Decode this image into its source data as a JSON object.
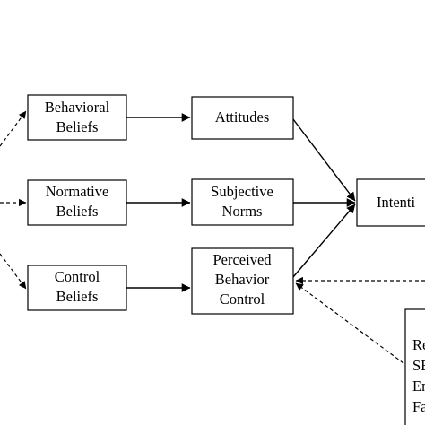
{
  "nodes": {
    "behavioral_beliefs": {
      "lines": [
        "Behavioral",
        "Beliefs"
      ]
    },
    "normative_beliefs": {
      "lines": [
        "Normative",
        "Beliefs"
      ]
    },
    "control_beliefs": {
      "lines": [
        "Control",
        "Beliefs"
      ]
    },
    "attitudes": {
      "lines": [
        "Attitudes"
      ]
    },
    "subjective_norms": {
      "lines": [
        "Subjective",
        "Norms"
      ]
    },
    "perceived_behavior_control": {
      "lines": [
        "Perceived",
        "Behavior",
        "Control"
      ]
    },
    "intention": {
      "lines": [
        "Intenti"
      ]
    },
    "external_factors": {
      "lines": [
        "Re",
        "SE",
        "En",
        "Fa"
      ]
    }
  },
  "colors": {
    "stroke": "#000000",
    "background": "#ffffff"
  }
}
